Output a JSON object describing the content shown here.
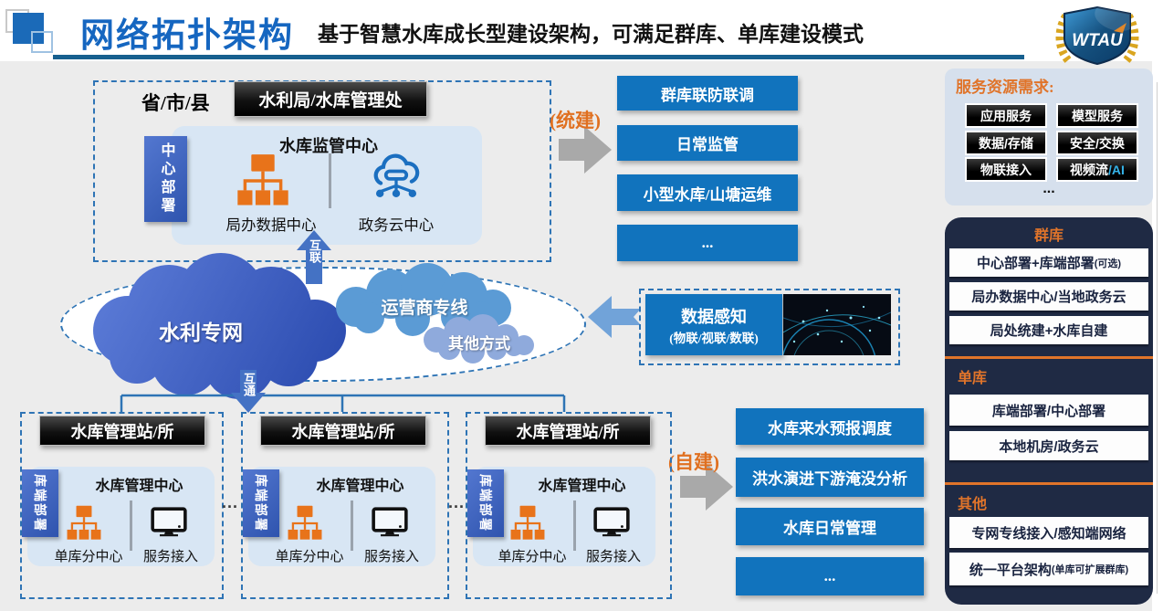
{
  "colors": {
    "accent_blue": "#1173bd",
    "title_blue": "#1566c0",
    "orange": "#e0742a",
    "navy_panel": "#1f2a44",
    "light_panel": "#d8e6f4",
    "dashed_border": "#2e74b5",
    "arrow_blue": "#4472c4",
    "arrow_gray": "#a9a9a9"
  },
  "header": {
    "title": "网络拓扑架构",
    "subtitle": "基于智慧水库成长型建设架构，可满足群库、单库建设模式",
    "badge": "WTAU"
  },
  "region": {
    "label": "省/市/县",
    "office": "水利局/水库管理处",
    "center": {
      "title": "水库监管中心",
      "deploy": "中心部署",
      "node1": "局办数据中心",
      "node2": "政务云中心"
    }
  },
  "links": {
    "up": "互联",
    "down": "互通"
  },
  "network": {
    "main": "水利专网",
    "carrier": "运营商专线",
    "other": "其他方式"
  },
  "sensing": {
    "title": "数据感知",
    "subtitle": "(物联/视联/数联)"
  },
  "unified": {
    "tag": "(统建)",
    "items": [
      "群库联防联调",
      "日常监管",
      "小型水库/山塘运维",
      "..."
    ]
  },
  "selfbuild": {
    "tag": "(自建)",
    "items": [
      "水库来水预报调度",
      "洪水演进下游淹没分析",
      "水库日常管理",
      "..."
    ]
  },
  "station": {
    "header": "水库管理站/所",
    "title": "水库管理中心",
    "deploy": "库端部署",
    "node1": "单库分中心",
    "node2": "服务接入",
    "ellipsis": "..."
  },
  "sidebar": {
    "resources": {
      "title": "服务资源需求:",
      "items": [
        {
          "label": "应用服务"
        },
        {
          "label": "模型服务"
        },
        {
          "label": "数据/存储"
        },
        {
          "label": "安全/交换"
        },
        {
          "label": "物联接入"
        },
        {
          "label": "视频流",
          "accent": "/AI"
        }
      ],
      "more": "..."
    },
    "sections": [
      {
        "title": "群库",
        "rows": [
          {
            "main": "中心部署+库端部署",
            "small": "(可选)"
          },
          {
            "main": "局办数据中心/当地政务云"
          },
          {
            "main": "局处统建+水库自建"
          }
        ]
      },
      {
        "title": "单库",
        "rows": [
          {
            "main": "库端部署/中心部署"
          },
          {
            "main": "本地机房/政务云"
          }
        ]
      },
      {
        "title": "其他",
        "rows": [
          {
            "main": "专网专线接入/感知端网络"
          },
          {
            "main": "统一平台架构",
            "small": "(单库可扩展群库)"
          }
        ]
      }
    ]
  }
}
